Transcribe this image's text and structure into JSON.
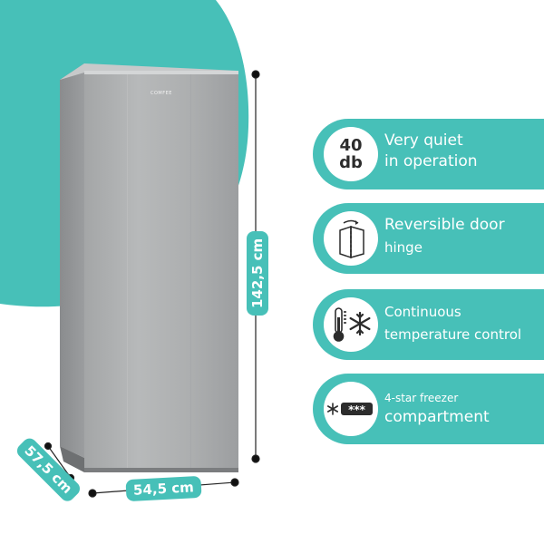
{
  "colors": {
    "accent": "#47c0b8",
    "background": "#ffffff",
    "fridge": "#a9abac",
    "icon_dark": "#2c2c2c"
  },
  "dimensions": {
    "height": "142,5 cm",
    "width": "54,5 cm",
    "depth": "57,5 cm"
  },
  "brand_logo": "COMFEE",
  "features": [
    {
      "icon": "noise-level-icon",
      "icon_text_top": "40",
      "icon_text_bottom": "db",
      "line1": "Very quiet",
      "line2": "in operation"
    },
    {
      "icon": "reversible-door-icon",
      "line1": "Reversible door",
      "line2": "hinge"
    },
    {
      "icon": "thermometer-snowflake-icon",
      "line1": "Continuous",
      "line2": "temperature control"
    },
    {
      "icon": "four-star-freezer-icon",
      "line1": "4-star freezer",
      "line2": "compartment"
    }
  ]
}
